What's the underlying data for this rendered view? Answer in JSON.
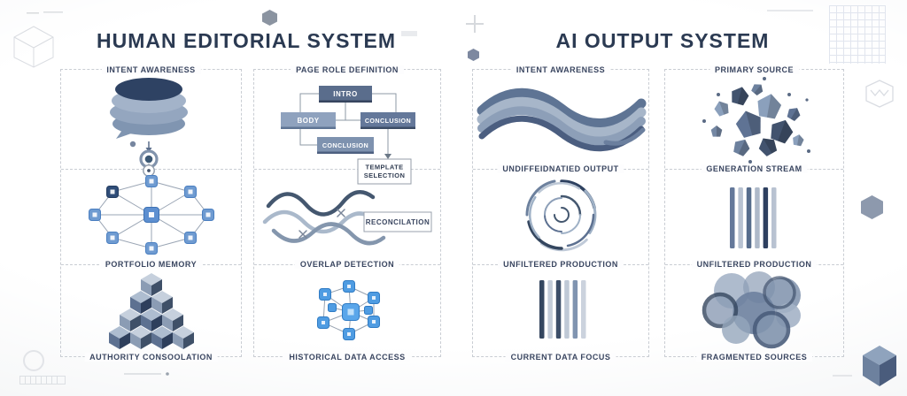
{
  "titles": {
    "left": "HUMAN EDITORIAL SYSTEM",
    "right": "AI OUTPUT SYSTEM"
  },
  "columns": [
    {
      "name": "human-editorial-col-1",
      "labels": [
        {
          "text": "INTENT AWARENESS"
        },
        {
          "text": "PORTFOLIO MEMORY"
        },
        {
          "text": "AUTHORITY CONSOOLATION"
        }
      ]
    },
    {
      "name": "human-editorial-col-2",
      "labels": [
        {
          "text": "PAGE ROLE DEFINITION"
        },
        {
          "text": "OVERLAP DETECTION"
        },
        {
          "text": "HISTORICAL DATA ACCESS"
        }
      ]
    },
    {
      "name": "ai-output-col-1",
      "labels": [
        {
          "text": "INTENT AWARENESS"
        },
        {
          "text": "UNDIFFEIDNATIED OUTPUT"
        },
        {
          "text": "UNFILTERED PRODUCTION"
        },
        {
          "text": "CURRENT DATA FOCUS"
        }
      ]
    },
    {
      "name": "ai-output-col-2",
      "labels": [
        {
          "text": "PRIMARY SOURCE"
        },
        {
          "text": "GENERATION STREAM"
        },
        {
          "text": "UNFILTERED PRODUCTION"
        },
        {
          "text": "FRAGMENTED SOURCES"
        }
      ]
    }
  ],
  "flowchart": {
    "intro": "INTRO",
    "body": "BODY",
    "conclusion_right": "CONCLUSION",
    "conclusion_bottom": "CONCLUSION",
    "template_line1": "TEMPLATE",
    "template_line2": "SELECTION"
  },
  "overlap_box": {
    "label": "RECONCILATION"
  },
  "colors": {
    "title_text": "#2b3a52",
    "label_text": "#3a4660",
    "dashed_border": "#c9cdd3",
    "bright_node_blue": "#4f9ce2",
    "soft_node_blue": "#6f9bd1",
    "slate_dark": "#2e4060",
    "slate_mid": "#7b90ad",
    "slate_light": "#c2cbd8",
    "flow_box_dark": "#5a6d8c",
    "flow_box_light": "#8fa2be"
  }
}
